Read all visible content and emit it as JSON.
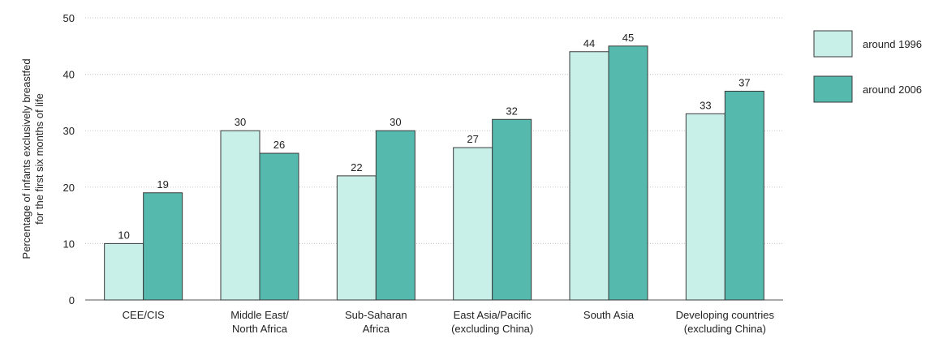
{
  "chart_data": {
    "type": "bar",
    "title": "",
    "ylabel_lines": [
      "Percentage of infants exclusively breastfed",
      "for the first six months of life"
    ],
    "xlabel": "",
    "ylim": [
      0,
      50
    ],
    "yticks": [
      0,
      10,
      20,
      30,
      40,
      50
    ],
    "grid": true,
    "legend_position": "top-right",
    "categories": [
      [
        "CEE/CIS"
      ],
      [
        "Middle East/",
        "North Africa"
      ],
      [
        "Sub-Saharan",
        "Africa"
      ],
      [
        "East Asia/Pacific",
        "(excluding China)"
      ],
      [
        "South Asia"
      ],
      [
        "Developing countries",
        "(excluding China)"
      ]
    ],
    "series": [
      {
        "name": "around 1996",
        "color": "#c9efe9",
        "values": [
          10,
          30,
          22,
          27,
          44,
          33
        ]
      },
      {
        "name": "around 2006",
        "color": "#55b9ad",
        "values": [
          19,
          26,
          30,
          32,
          45,
          37
        ]
      }
    ]
  }
}
